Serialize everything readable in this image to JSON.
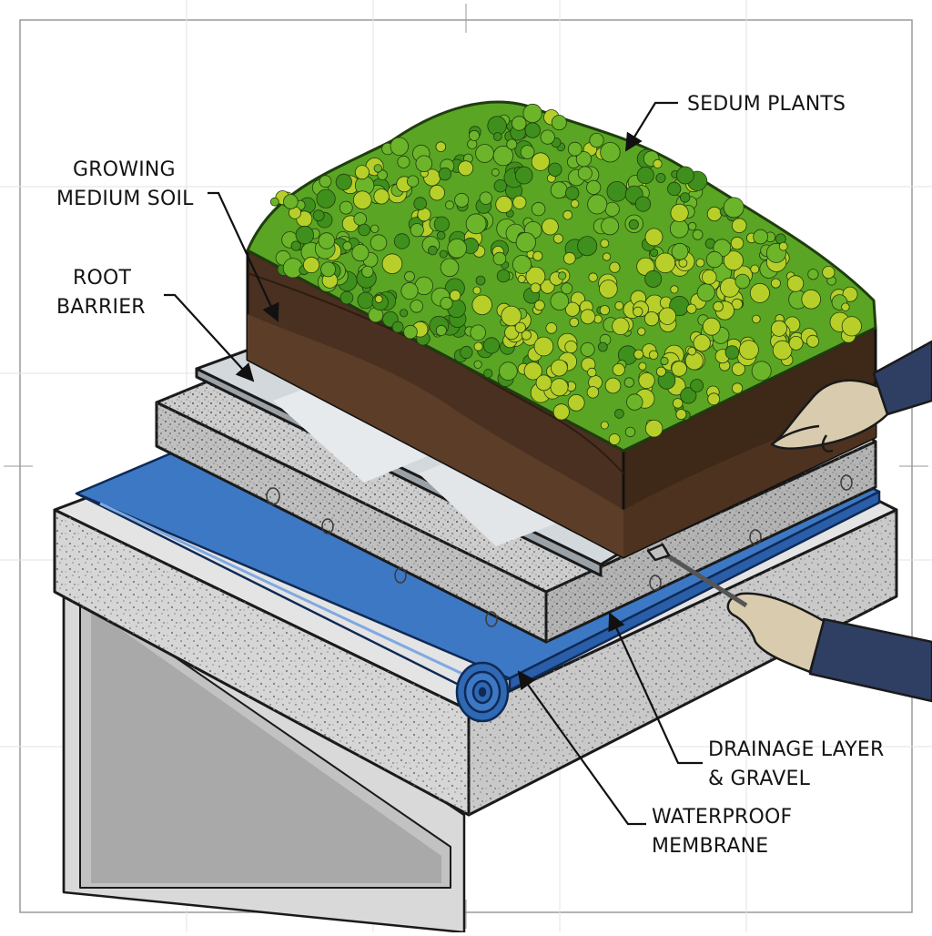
{
  "diagram": {
    "colors": {
      "sedum_dark": "#3f8f1c",
      "sedum_mid": "#6cb52a",
      "sedum_light": "#b8cf2a",
      "soil": "#4a3020",
      "soil_dark": "#2e1d12",
      "root_barrier": "#cfd3d6",
      "drainage": "#bcbcbc",
      "membrane": "#3d78c4",
      "concrete": "#d9d9d9",
      "sleeve": "#2f3f64",
      "glove": "#d9ccae"
    },
    "labels": {
      "sedum_plants": [
        "SEDUM PLANTS"
      ],
      "growing_medium": [
        "GROWING",
        "MEDIUM SOIL"
      ],
      "root_barrier": [
        "ROOT",
        "BARRIER"
      ],
      "drainage": [
        "DRAINAGE LAYER",
        "& GRAVEL"
      ],
      "waterproof": [
        "WATERPROOF",
        "MEMBRANE"
      ]
    }
  }
}
